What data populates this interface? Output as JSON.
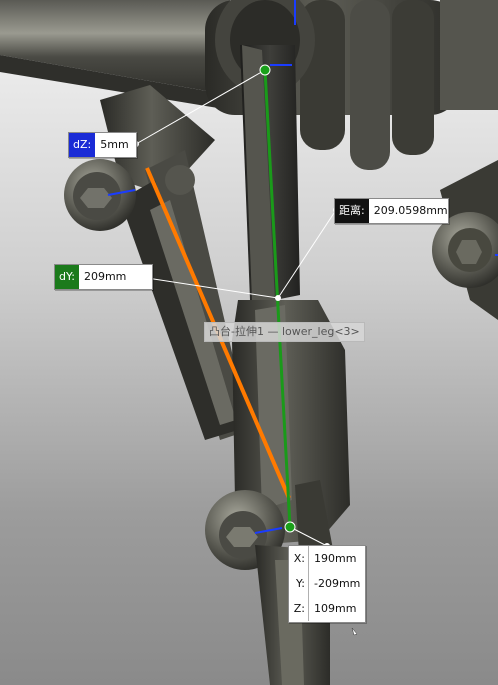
{
  "callouts": {
    "dz": {
      "label": "dZ:",
      "value": "5mm"
    },
    "dy": {
      "label": "dY:",
      "value": "209mm"
    },
    "distance": {
      "label": "距离:",
      "value": "209.0598mm"
    }
  },
  "mate_tooltip": "凸台-拉伸1 — lower_leg<3>",
  "coordinates": [
    {
      "axis": "X:",
      "value": "190mm"
    },
    {
      "axis": "Y:",
      "value": "-209mm"
    },
    {
      "axis": "Z:",
      "value": "109mm"
    }
  ],
  "colors": {
    "dz_badge": "#1a2bd6",
    "dy_badge": "#1b7a1b",
    "distance_badge": "#111111",
    "measure_line": "#1a9a1a",
    "orange_line": "#ff7a00"
  },
  "icons": [
    "cursor-arrow-icon"
  ]
}
